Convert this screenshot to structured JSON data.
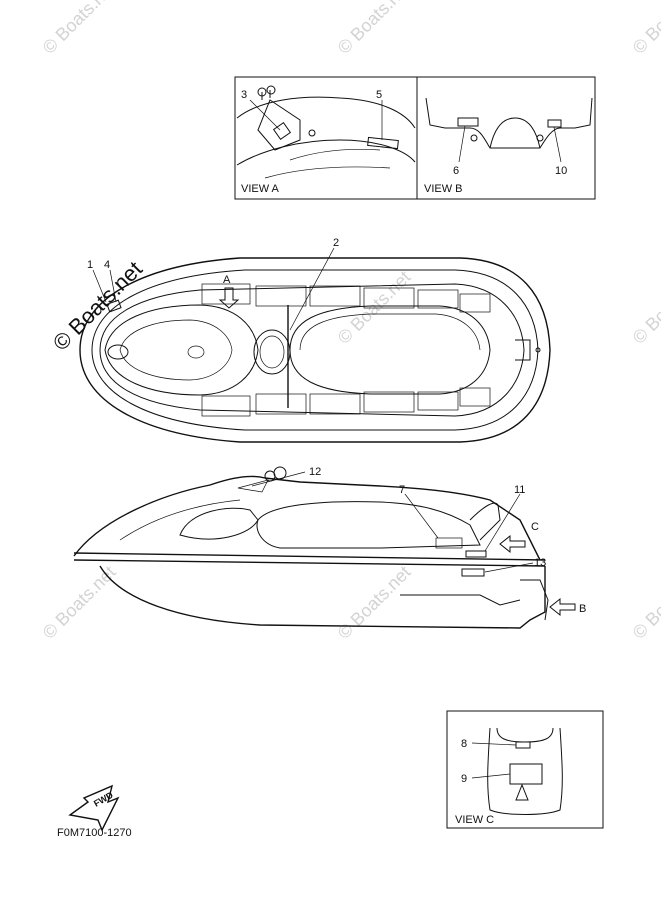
{
  "callouts": {
    "c1": "1",
    "c2": "2",
    "c3": "3",
    "c4": "4",
    "c5": "5",
    "c6": "6",
    "c7": "7",
    "c8": "8",
    "c9": "9",
    "c10": "10",
    "c11": "11",
    "c12": "12",
    "c13": "13"
  },
  "views": {
    "view_a": "VIEW A",
    "view_b": "VIEW B",
    "view_c": "VIEW C",
    "arrow_a": "A",
    "arrow_b": "B",
    "arrow_c": "C"
  },
  "fwd_label": "FWD",
  "part_code": "F0M7100-1270",
  "watermark": "© Boats.net",
  "colors": {
    "line": "#111111",
    "watermark": "#d3d3d3",
    "background": "#ffffff"
  }
}
